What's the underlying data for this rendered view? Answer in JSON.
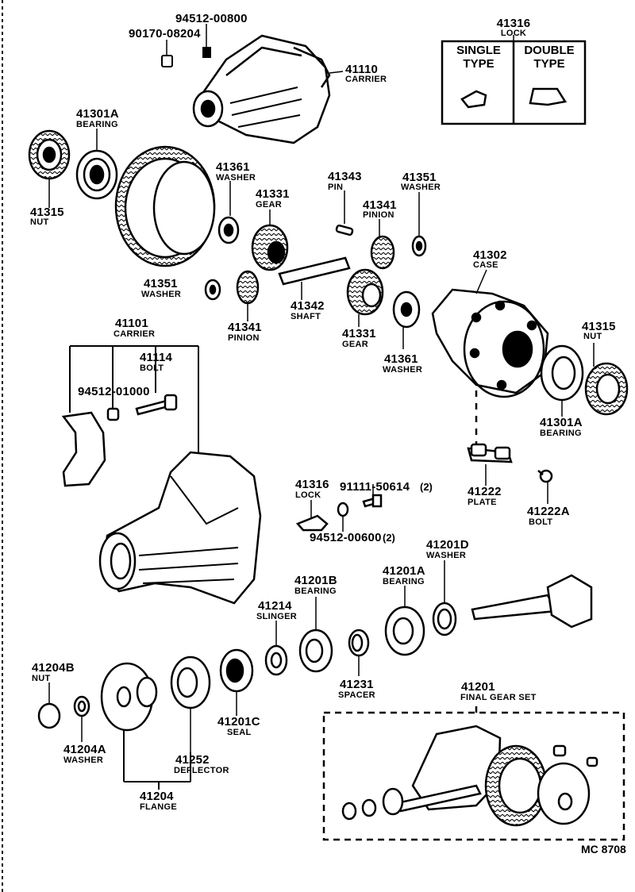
{
  "diagram_code": "MC 8708",
  "lock_box": {
    "part_no": "41316",
    "name": "LOCK",
    "single": "SINGLE\nTYPE",
    "double": "DOUBLE\nTYPE"
  },
  "parts": {
    "p94512_00800": "94512-00800",
    "p90170_08204": "90170-08204",
    "p41110": "41110",
    "p41110_name": "CARRIER",
    "p41301A_top": "41301A",
    "p41301A_top_name": "BEARING",
    "p41315_left": "41315",
    "p41315_left_name": "NUT",
    "p41361_top": "41361",
    "p41361_top_name": "WASHER",
    "p41331_top": "41331",
    "p41331_top_name": "GEAR",
    "p41343": "41343",
    "p41343_name": "PIN",
    "p41341_top": "41341",
    "p41341_top_name": "PINION",
    "p41351_top": "41351",
    "p41351_top_name": "WASHER",
    "p41302": "41302",
    "p41302_name": "CASE",
    "p41351_left": "41351",
    "p41351_left_name": "WASHER",
    "p41341_bot": "41341",
    "p41341_bot_name": "PINION",
    "p41342": "41342",
    "p41342_name": "SHAFT",
    "p41331_bot": "41331",
    "p41331_bot_name": "GEAR",
    "p41361_bot": "41361",
    "p41361_bot_name": "WASHER",
    "p41315_right": "41315",
    "p41315_right_name": "NUT",
    "p41101": "41101",
    "p41101_name": "CARRIER",
    "p41114": "41114",
    "p41114_name": "BOLT",
    "p94512_01000": "94512-01000",
    "p41301A_right": "41301A",
    "p41301A_right_name": "BEARING",
    "p41316": "41316",
    "p41316_name": "LOCK",
    "p91111_50614": "91111-50614",
    "p91111_50614_qty": "(2)",
    "p94512_00600": "94512-00600",
    "p94512_00600_qty": "(2)",
    "p41222": "41222",
    "p41222_name": "PLATE",
    "p41222A": "41222A",
    "p41222A_name": "BOLT",
    "p41201D": "41201D",
    "p41201D_name": "WASHER",
    "p41201B": "41201B",
    "p41201B_name": "BEARING",
    "p41201A": "41201A",
    "p41201A_name": "BEARING",
    "p41214": "41214",
    "p41214_name": "SLINGER",
    "p41204B": "41204B",
    "p41204B_name": "NUT",
    "p41231": "41231",
    "p41231_name": "SPACER",
    "p41201C": "41201C",
    "p41201C_name": "SEAL",
    "p41201": "41201",
    "p41201_name": "FINAL GEAR SET",
    "p41204A": "41204A",
    "p41204A_name": "WASHER",
    "p41252": "41252",
    "p41252_name": "DEFLECTOR",
    "p41204": "41204",
    "p41204_name": "FLANGE"
  }
}
